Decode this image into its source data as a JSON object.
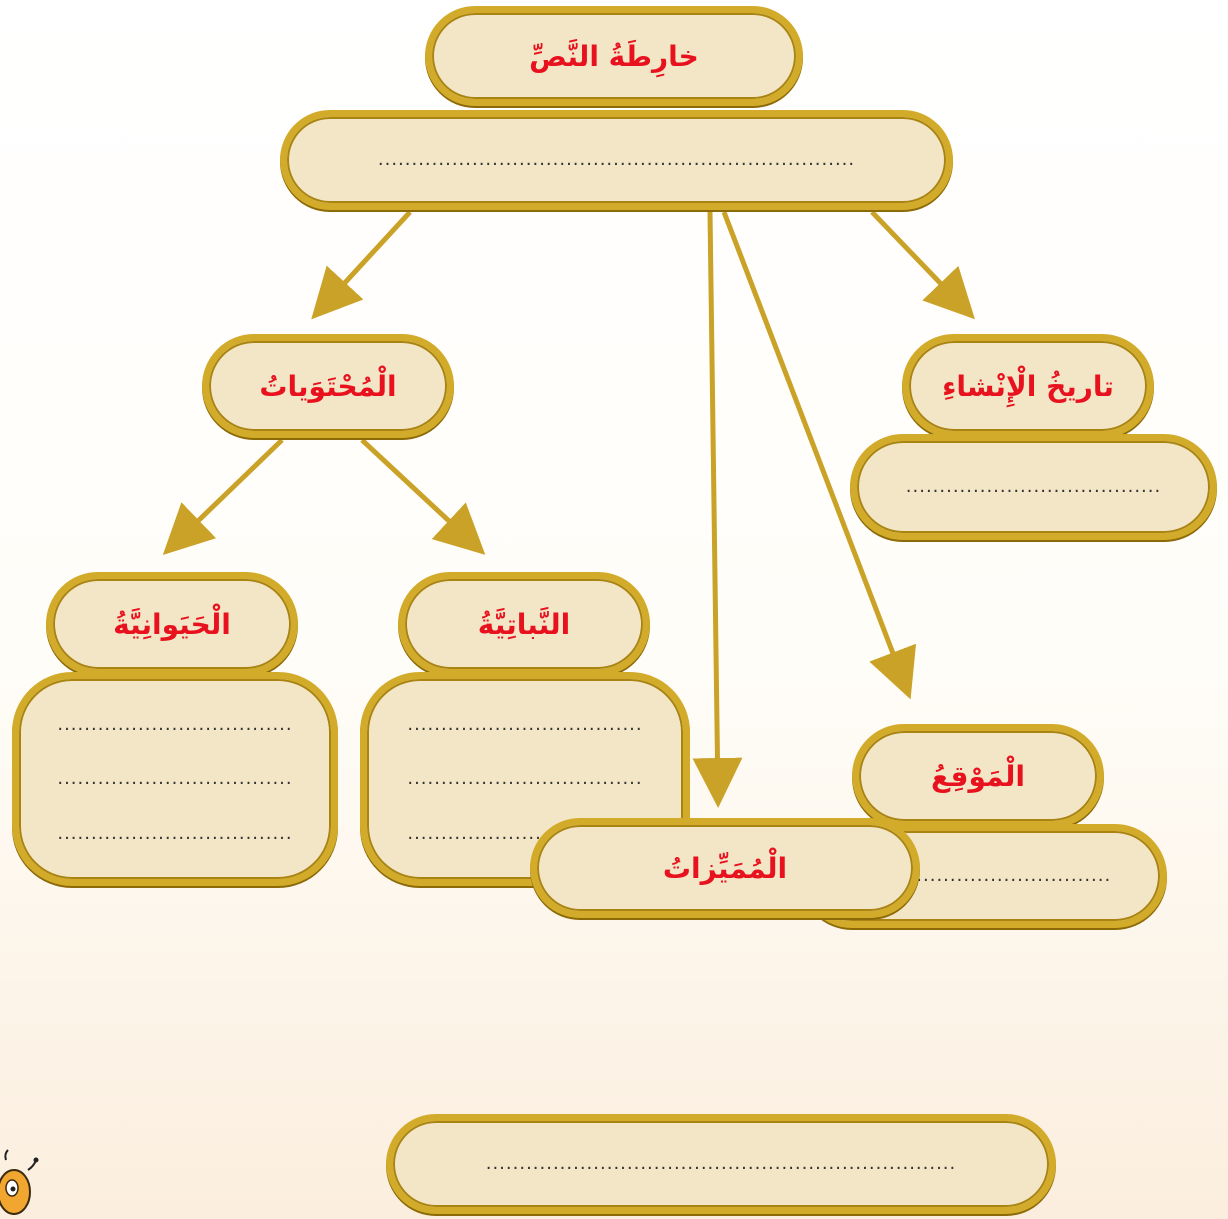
{
  "map": {
    "title": "خارِطَةُ النَّصِّ",
    "title_answer": ".......................................................................",
    "date_label": "تاريخُ الْإِنْشاءِ",
    "date_answer": "......................................",
    "contents_label": "الْمُحْتَوَياتُ",
    "animals_label": "الْحَيَوانِيَّةُ",
    "animals_answers": [
      "...................................",
      "...................................",
      "..................................."
    ],
    "plants_label": "النَّباتِيَّةُ",
    "plants_answers": [
      "...................................",
      "...................................",
      "..................................."
    ],
    "location_label": "الْمَوْقِعُ",
    "location_answer": "......................................",
    "features_label": "الْمُمَيِّزاتُ",
    "features_answer": "......................................................................"
  },
  "colors": {
    "label_text": "#e8121f",
    "box_fill": "#f3e6c6",
    "box_border": "#d3ab2a",
    "arrow": "#c9a227"
  }
}
